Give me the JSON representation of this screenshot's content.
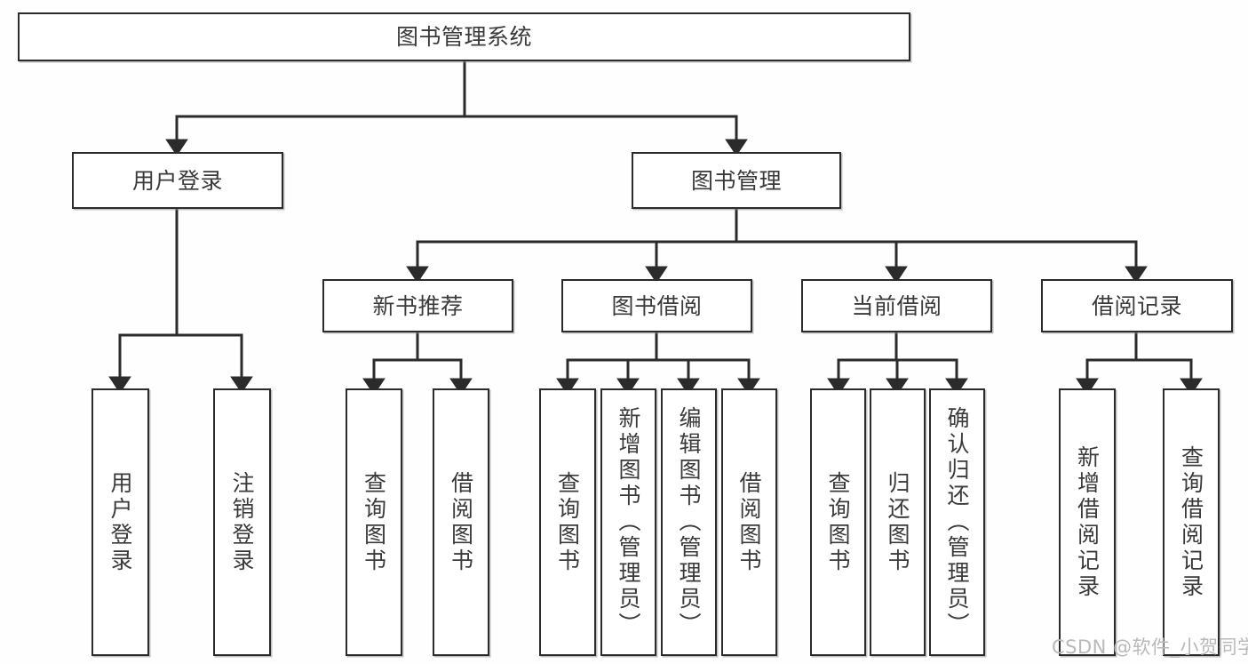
{
  "diagram": {
    "type": "tree-flowchart",
    "title": "图书管理系统",
    "colors": {
      "background": "#fefefe",
      "node_fill": "#ffffff",
      "node_border": "#2b2b2b",
      "text": "#3a3a3a",
      "edge": "#2b2b2b",
      "watermark": "#b9b9b9"
    },
    "nodes": {
      "root": {
        "label": "图书管理系统",
        "orientation": "horizontal"
      },
      "level2": [
        {
          "id": "user-login",
          "label": "用户登录",
          "orientation": "horizontal"
        },
        {
          "id": "book-manage",
          "label": "图书管理",
          "orientation": "horizontal"
        }
      ],
      "level3": [
        {
          "id": "new-book-recommend",
          "label": "新书推荐",
          "orientation": "horizontal"
        },
        {
          "id": "book-borrow",
          "label": "图书借阅",
          "orientation": "horizontal"
        },
        {
          "id": "current-borrow",
          "label": "当前借阅",
          "orientation": "horizontal"
        },
        {
          "id": "borrow-record",
          "label": "借阅记录",
          "orientation": "horizontal"
        }
      ],
      "leaves": {
        "user_login": [
          {
            "id": "leaf-user-login",
            "label": "用户登录",
            "orientation": "vertical"
          },
          {
            "id": "leaf-logout",
            "label": "注销登录",
            "orientation": "vertical"
          }
        ],
        "new_book_recommend": [
          {
            "id": "leaf-query-book-1",
            "label": "查询图书",
            "orientation": "vertical"
          },
          {
            "id": "leaf-borrow-book-1",
            "label": "借阅图书",
            "orientation": "vertical"
          }
        ],
        "book_borrow": [
          {
            "id": "leaf-query-book-2",
            "label": "查询图书",
            "orientation": "vertical"
          },
          {
            "id": "leaf-add-book-admin",
            "label": "新增图书（管理员）",
            "orientation": "vertical"
          },
          {
            "id": "leaf-edit-book-admin",
            "label": "编辑图书（管理员）",
            "orientation": "vertical"
          },
          {
            "id": "leaf-borrow-book-2",
            "label": "借阅图书",
            "orientation": "vertical"
          }
        ],
        "current_borrow": [
          {
            "id": "leaf-query-book-3",
            "label": "查询图书",
            "orientation": "vertical"
          },
          {
            "id": "leaf-return-book",
            "label": "归还图书",
            "orientation": "vertical"
          },
          {
            "id": "leaf-confirm-return-admin",
            "label": "确认归还（管理员）",
            "orientation": "vertical"
          }
        ],
        "borrow_record": [
          {
            "id": "leaf-add-borrow-record",
            "label": "新增借阅记录",
            "orientation": "vertical"
          },
          {
            "id": "leaf-query-borrow-record",
            "label": "查询借阅记录",
            "orientation": "vertical"
          }
        ]
      }
    },
    "watermark": "CSDN @软件_小贺同学"
  }
}
